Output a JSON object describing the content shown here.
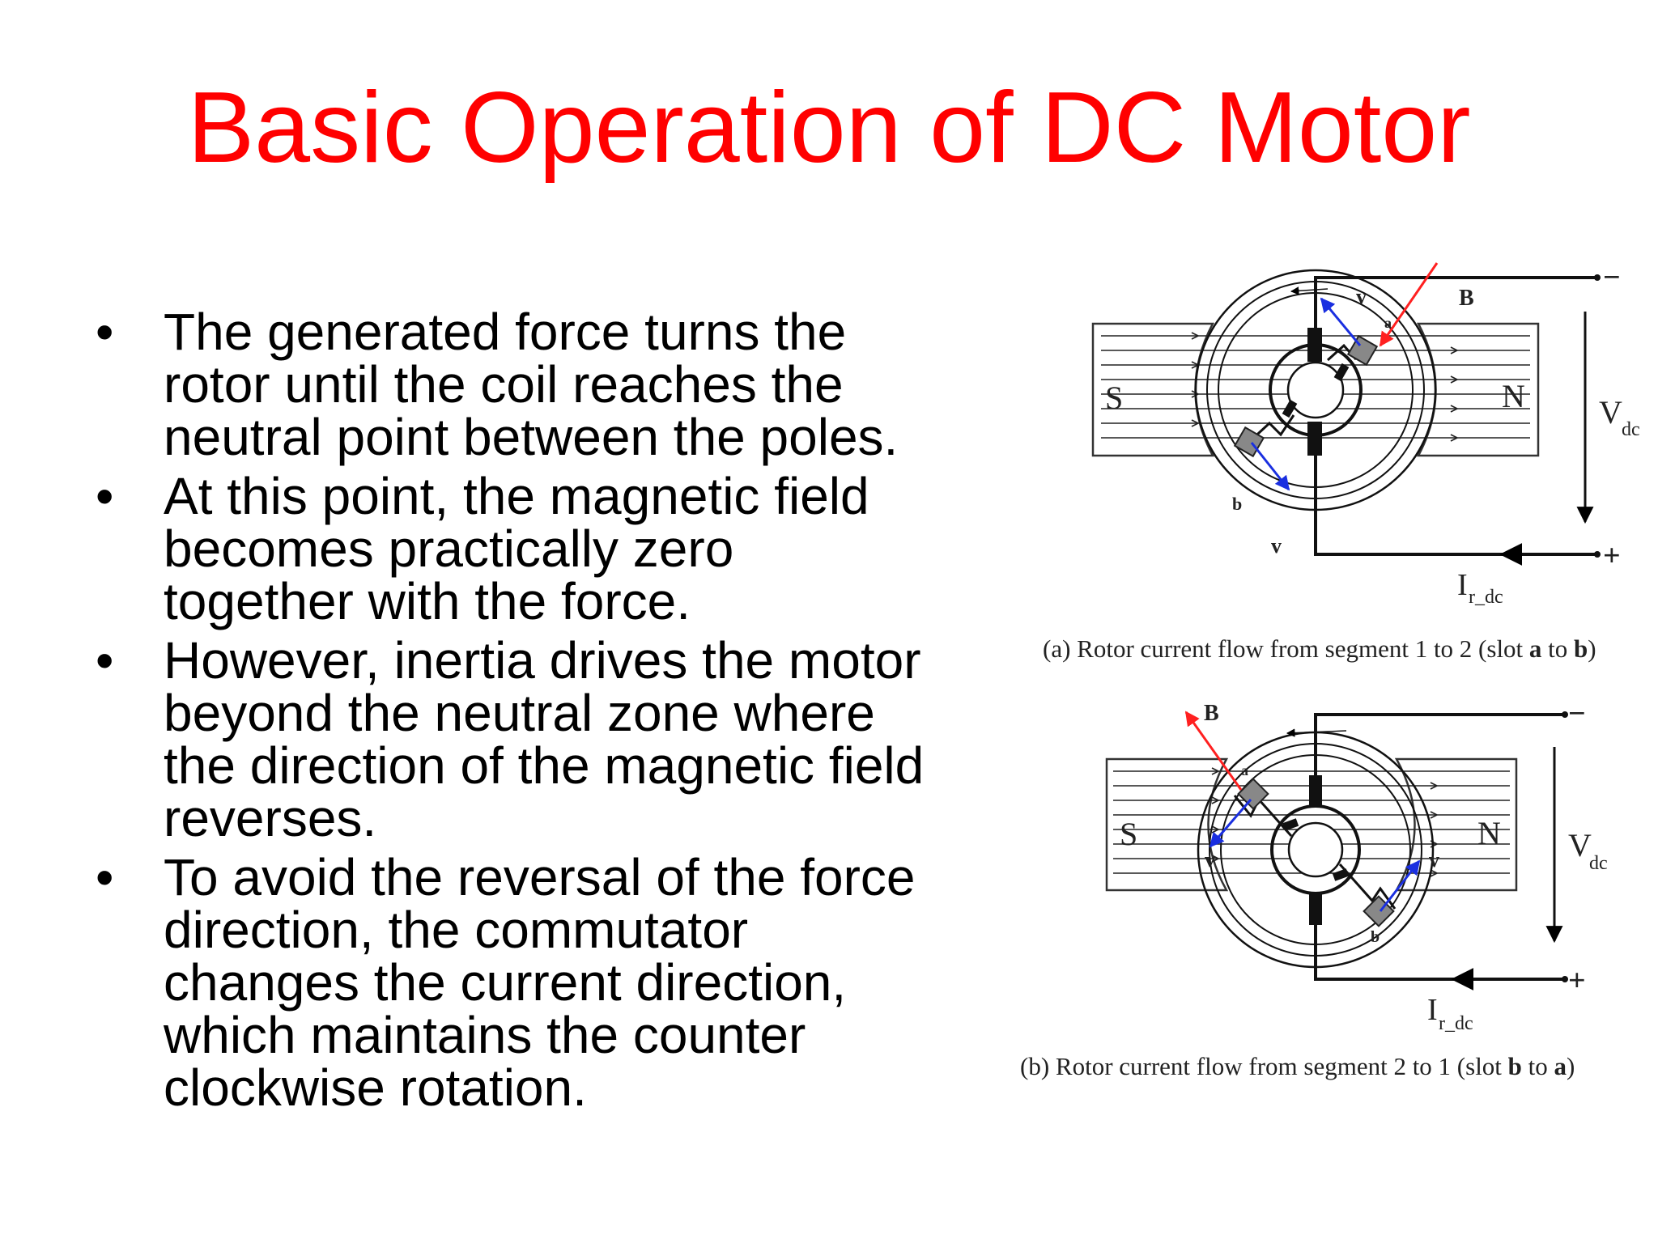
{
  "title": "Basic Operation of DC Motor",
  "bullets": [
    {
      "lines": [
        "The generated force turns the",
        "rotor until the coil reaches the",
        "neutral point between the poles."
      ]
    },
    {
      "lines": [
        "At this point, the magnetic field",
        "becomes practically zero",
        "together with the force."
      ]
    },
    {
      "lines": [
        "However, inertia drives the motor",
        "beyond the neutral zone where",
        "the direction of the magnetic field",
        "reverses."
      ]
    },
    {
      "lines": [
        "To avoid the reversal of the force",
        "direction, the commutator",
        "changes the current direction,",
        "which maintains the counter",
        "clockwise rotation."
      ]
    }
  ],
  "bullet_symbol": "•",
  "figure_a": {
    "pole_left": "S",
    "pole_right": "N",
    "field_label": "B",
    "velocity_label": "v",
    "slot_a": "a",
    "slot_b": "b",
    "voltage_label": "V",
    "voltage_sub": "dc",
    "current_label": "I",
    "current_sub": "r_dc",
    "minus": "−",
    "plus": "+",
    "caption_prefix": "(a)",
    "caption_text": "Rotor current flow from segment 1 to 2 (slot ",
    "caption_slot1": "a",
    "caption_mid": " to ",
    "caption_slot2": "b",
    "caption_end": ")"
  },
  "figure_b": {
    "pole_left": "S",
    "pole_right": "N",
    "field_label": "B",
    "velocity_label": "v",
    "slot_a": "a",
    "slot_b": "b",
    "voltage_label": "V",
    "voltage_sub": "dc",
    "current_label": "I",
    "current_sub": "r_dc",
    "minus": "−",
    "plus": "+",
    "caption_prefix": "(b)",
    "caption_text": "Rotor current flow from segment 2 to 1 (slot ",
    "caption_slot1": "b",
    "caption_mid": " to ",
    "caption_slot2": "a",
    "caption_end": ")"
  },
  "colors": {
    "title": "#ff0000",
    "field_arrow": "#ff2020",
    "velocity_arrow": "#1a2fe0",
    "lines": "#000000"
  }
}
